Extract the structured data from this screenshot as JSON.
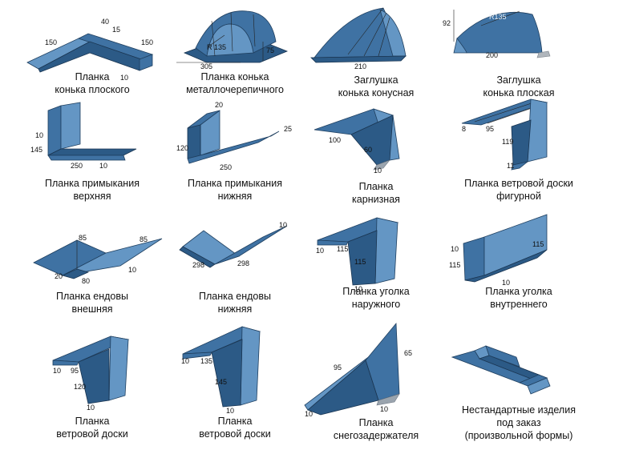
{
  "items": [
    {
      "caption": [
        "Планка",
        "конька плоского"
      ],
      "dims": [
        "40",
        "15",
        "150",
        "150",
        "10"
      ]
    },
    {
      "caption": [
        "Планка конька",
        "металлочерепичного"
      ],
      "dims": [
        "R 135",
        "305",
        "75"
      ]
    },
    {
      "caption": [
        "Заглушка",
        "конька конусная"
      ],
      "dims": [
        "210"
      ]
    },
    {
      "caption": [
        "Заглушка",
        "конька плоская"
      ],
      "dims": [
        "92",
        "R135",
        "200"
      ]
    },
    {
      "caption": [
        "Планка примыкания",
        "верхняя"
      ],
      "dims": [
        "10",
        "145",
        "250",
        "10"
      ]
    },
    {
      "caption": [
        "Планка примыкания",
        "нижняя"
      ],
      "dims": [
        "20",
        "25",
        "120",
        "250"
      ]
    },
    {
      "caption": [
        "Планка",
        "карнизная"
      ],
      "dims": [
        "100",
        "60",
        "10"
      ]
    },
    {
      "caption": [
        "Планка ветровой доски",
        "фигурной"
      ],
      "dims": [
        "8",
        "95",
        "119",
        "11"
      ]
    },
    {
      "caption": [
        "Планка ендовы",
        "внешняя"
      ],
      "dims": [
        "85",
        "85",
        "20",
        "80",
        "10"
      ]
    },
    {
      "caption": [
        "Планка ендовы",
        "нижняя"
      ],
      "dims": [
        "10",
        "298",
        "298"
      ]
    },
    {
      "caption": [
        "Планка уголка",
        "наружного"
      ],
      "dims": [
        "10",
        "115",
        "115",
        "10"
      ]
    },
    {
      "caption": [
        "Планка уголка",
        "внутреннего"
      ],
      "dims": [
        "115",
        "10",
        "115",
        "10"
      ]
    },
    {
      "caption": [
        "Планка",
        "ветровой доски"
      ],
      "dims": [
        "10",
        "95",
        "120",
        "10"
      ]
    },
    {
      "caption": [
        "Планка",
        "ветровой доски"
      ],
      "dims": [
        "10",
        "135",
        "145",
        "10"
      ]
    },
    {
      "caption": [
        "Планка",
        "снегозадержателя"
      ],
      "dims": [
        "65",
        "95",
        "10",
        "10"
      ]
    },
    {
      "caption": [
        "Нестандартные изделия",
        "под заказ",
        "(произвольной формы)"
      ],
      "dims": []
    }
  ]
}
